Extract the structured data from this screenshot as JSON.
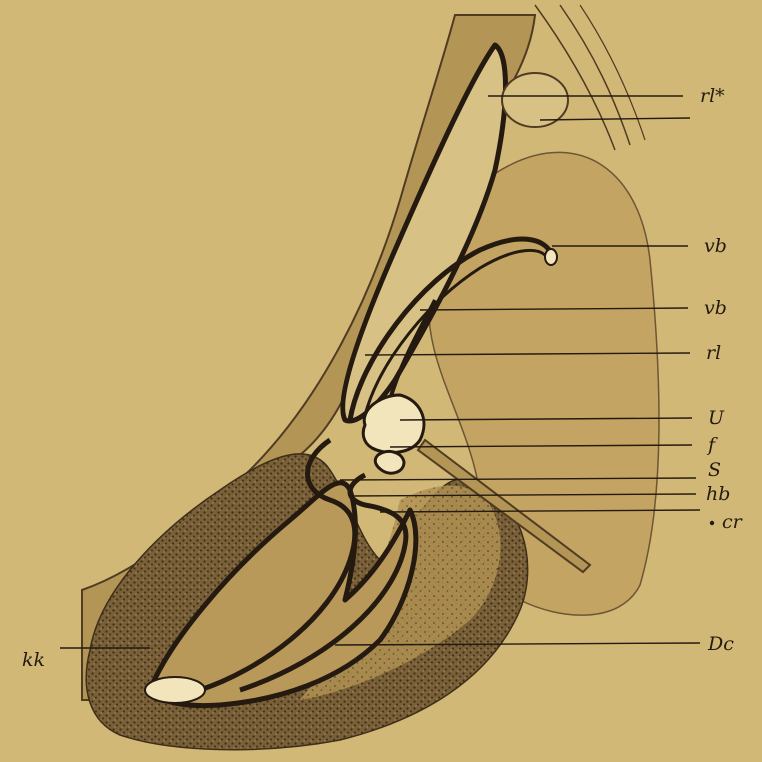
{
  "figure": {
    "background": "#d2b877",
    "ink": "#241a10",
    "tissue_light": "#c9ac69",
    "tissue_mid": "#b39556",
    "tissue_dark": "#6d5634",
    "labels": {
      "rl_star": "rl*",
      "vb_1": "vb",
      "vb_2": "vb",
      "rl": "rl",
      "U": "U",
      "f": "f",
      "S": "S",
      "hb": "hb",
      "cr": "cr",
      "Dc": "Dc",
      "kk": "kk"
    }
  }
}
